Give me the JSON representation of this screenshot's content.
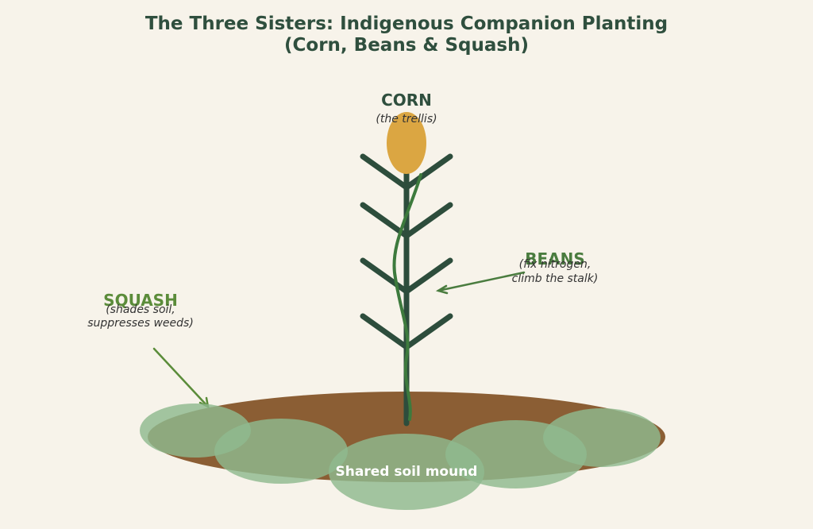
{
  "title": {
    "line1": "The Three Sisters: Indigenous Companion Planting",
    "line2": "(Corn, Beans & Squash)"
  },
  "corn": {
    "name": "CORN",
    "role": "(the trellis)"
  },
  "beans": {
    "name": "BEANS",
    "role_line1": "(fix nitrogen,",
    "role_line2": "climb the stalk)"
  },
  "squash": {
    "name": "SQUASH",
    "role_line1": "(shades soil,",
    "role_line2": "suppresses weeds)"
  },
  "mound": {
    "label": "Shared soil mound"
  },
  "colors": {
    "background": "#f7f3ea",
    "title": "#2f4f3e",
    "corn_stalk": "#2d4d3c",
    "corn_cob": "#dba642",
    "bean_vine": "#3d7a3d",
    "beans_label": "#4a7c3f",
    "squash_label": "#5b8c3a",
    "soil": "#8b5e34",
    "squash_leaf": "#8fb98f"
  }
}
